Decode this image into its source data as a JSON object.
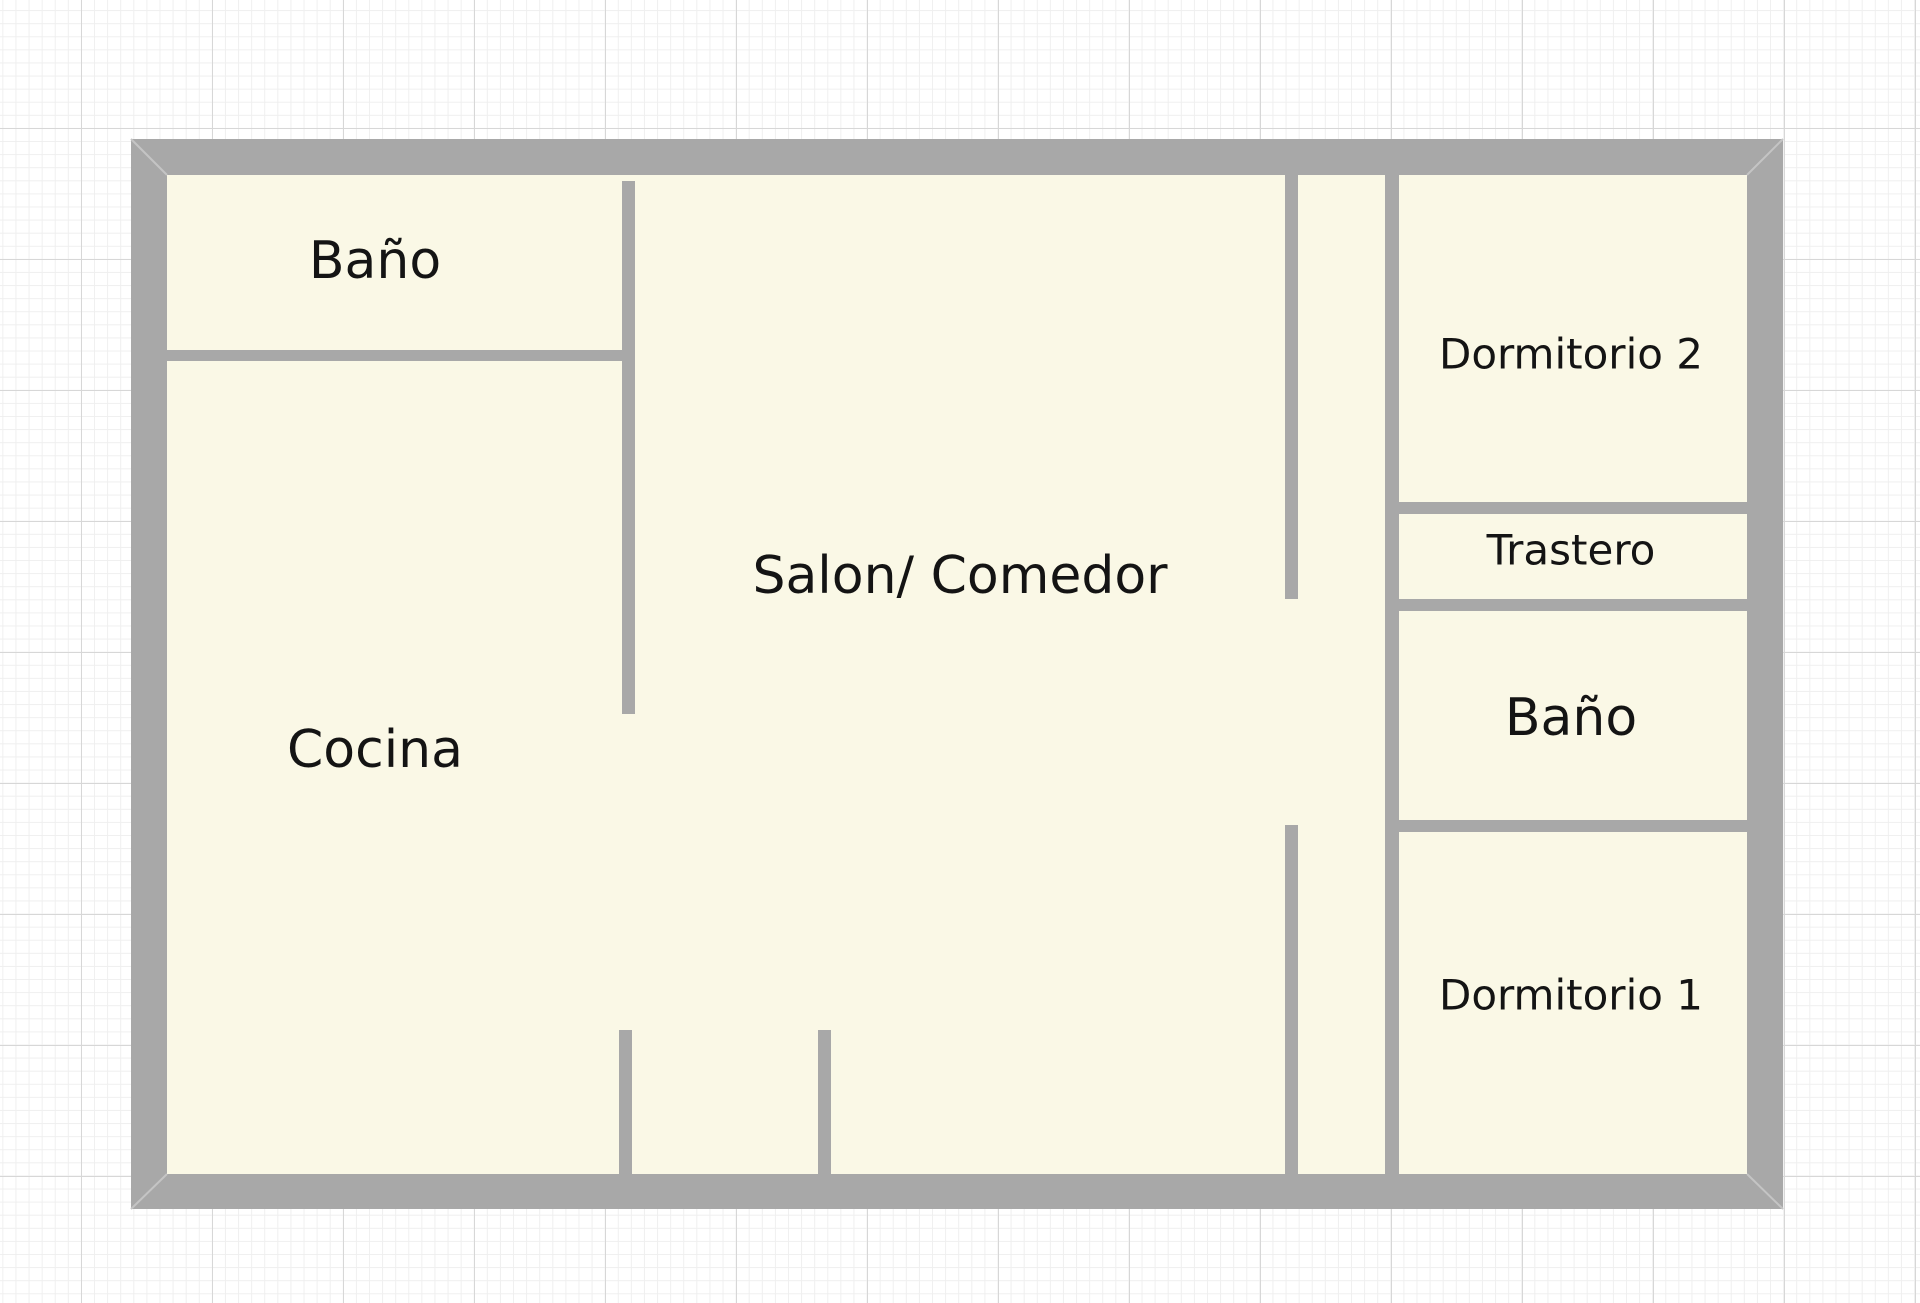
{
  "floor_plan": {
    "rooms": {
      "bano_top": "Baño",
      "cocina": "Cocina",
      "salon": "Salon/ Comedor",
      "dormitorio_2": "Dormitorio 2",
      "trastero": "Trastero",
      "bano_right": "Baño",
      "dormitorio_1": "Dormitorio 1"
    },
    "colors": {
      "wall": "#a8a8a8",
      "floor": "#faf8e6",
      "grid": "#d7d7d7",
      "text": "#141414"
    }
  }
}
